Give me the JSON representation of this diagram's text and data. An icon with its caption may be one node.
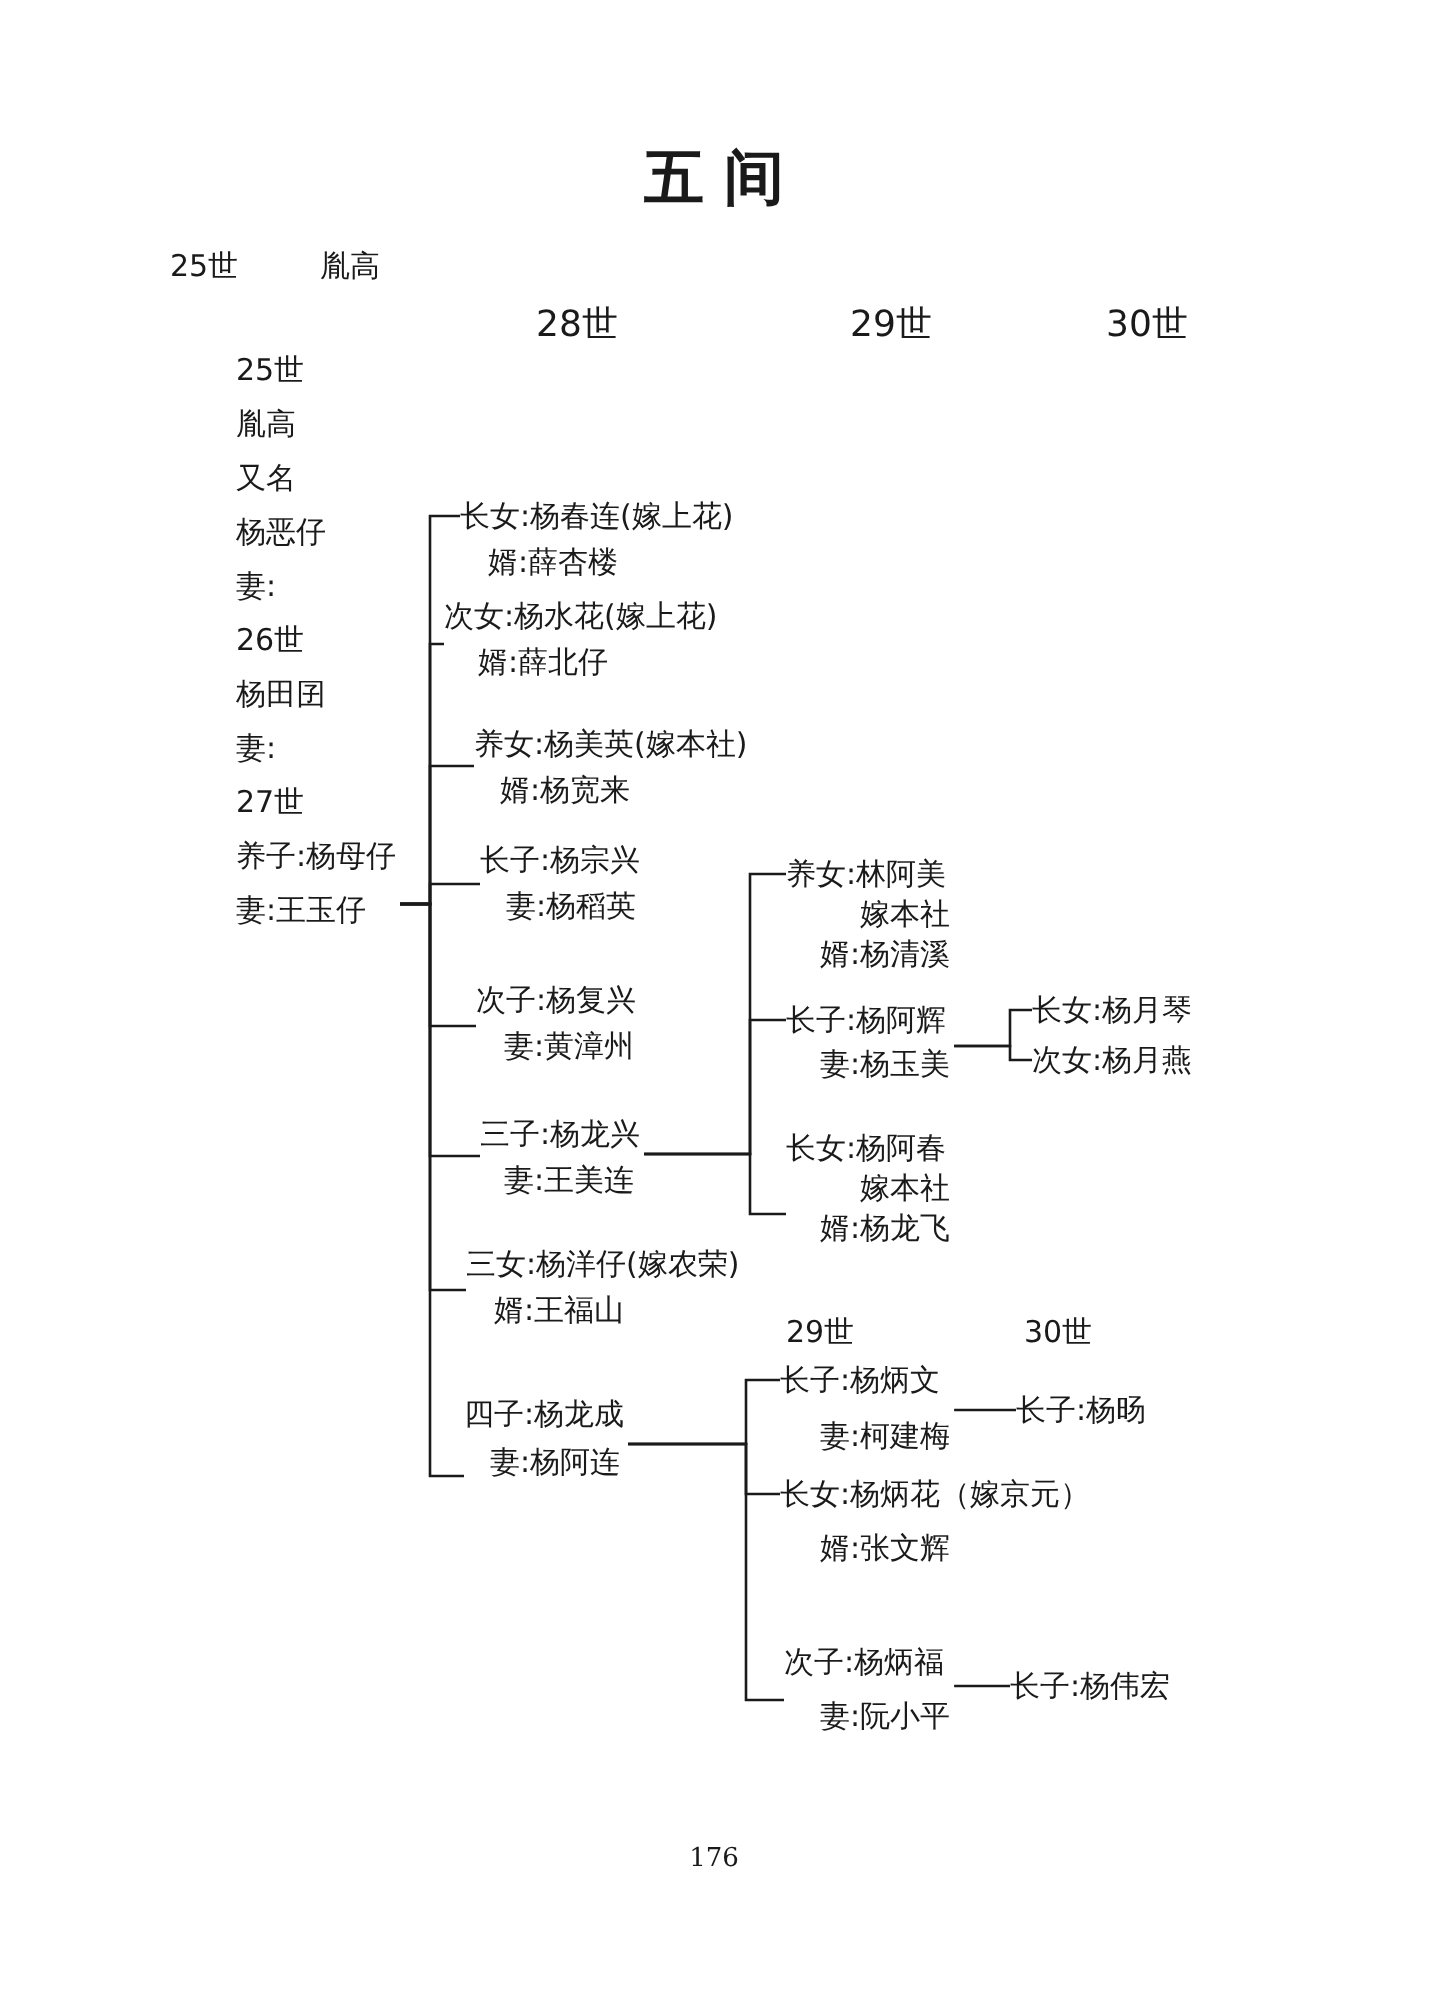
{
  "diagram": {
    "title": "五 间",
    "nodes": [
      {
        "text": [
          "25世",
          "胤高",
          "又名",
          "杨恶仔",
          "妻:",
          "26世",
          "杨田囝",
          "妻:",
          "27世",
          "养子:杨母仔",
          "妻:王玉仔"
        ]
      },
      {
        "text": [
          "长女:杨春连(嫁上花)",
          "婿:薛杏楼"
        ]
      },
      {
        "text": [
          "次女:杨水花(嫁上花)",
          "婿:薛北仔"
        ]
      },
      {
        "text": [
          "养女:杨美英(嫁本社)",
          "婿:杨宽来"
        ]
      },
      {
        "text": [
          "长子:杨宗兴",
          "妻:杨稻英"
        ]
      },
      {
        "text": [
          "次子:杨复兴",
          "妻:黄漳州"
        ]
      },
      {
        "text": [
          "三子:杨龙兴",
          "妻:王美连"
        ]
      },
      {
        "text": [
          "三女:杨洋仔(嫁农荣)",
          "婿:王福山"
        ]
      },
      {
        "text": [
          "四子:杨龙成",
          "妻:杨阿连"
        ]
      },
      {
        "text": [
          "养女:林阿美",
          "嫁本社",
          "婿:杨清溪"
        ]
      },
      {
        "text": [
          "长子:杨阿辉",
          "妻:杨玉美"
        ]
      },
      {
        "text": [
          "长女:杨阿春",
          "嫁本社",
          "婿:杨龙飞"
        ]
      },
      {
        "text": [
          "长女:杨月琴"
        ]
      },
      {
        "text": [
          "次女:杨月燕"
        ]
      },
      {
        "text": [
          "长子:杨炳文",
          "妻:柯建梅"
        ]
      },
      {
        "text": [
          "长女:杨炳花（嫁京元）",
          "婿:张文辉"
        ]
      },
      {
        "text": [
          "次子:杨炳福",
          "妻:阮小平"
        ]
      },
      {
        "text": [
          "长子:杨旸"
        ]
      },
      {
        "text": [
          "长子:杨伟宏"
        ]
      }
    ],
    "edges": [
      {
        "from": 0,
        "to": 1,
        "arrow": "none"
      },
      {
        "from": 0,
        "to": 2,
        "arrow": "none"
      },
      {
        "from": 0,
        "to": 3,
        "arrow": "none"
      },
      {
        "from": 0,
        "to": 4,
        "arrow": "none"
      },
      {
        "from": 0,
        "to": 5,
        "arrow": "none"
      },
      {
        "from": 0,
        "to": 6,
        "arrow": "none"
      },
      {
        "from": 0,
        "to": 7,
        "arrow": "none"
      },
      {
        "from": 0,
        "to": 8,
        "arrow": "none"
      },
      {
        "from": 6,
        "to": 9,
        "arrow": "none"
      },
      {
        "from": 6,
        "to": 10,
        "arrow": "none"
      },
      {
        "from": 6,
        "to": 11,
        "arrow": "none"
      },
      {
        "from": 10,
        "to": 12,
        "arrow": "none"
      },
      {
        "from": 10,
        "to": 13,
        "arrow": "none"
      },
      {
        "from": 8,
        "to": 14,
        "arrow": "none"
      },
      {
        "from": 8,
        "to": 15,
        "arrow": "none"
      },
      {
        "from": 8,
        "to": 16,
        "arrow": "none"
      },
      {
        "from": 14,
        "to": 17,
        "arrow": "none"
      },
      {
        "from": 16,
        "to": 18,
        "arrow": "none"
      }
    ],
    "labels": [
      "25世",
      "胤高",
      "28世",
      "29世",
      "30世",
      "29世",
      "30世",
      "176"
    ]
  }
}
